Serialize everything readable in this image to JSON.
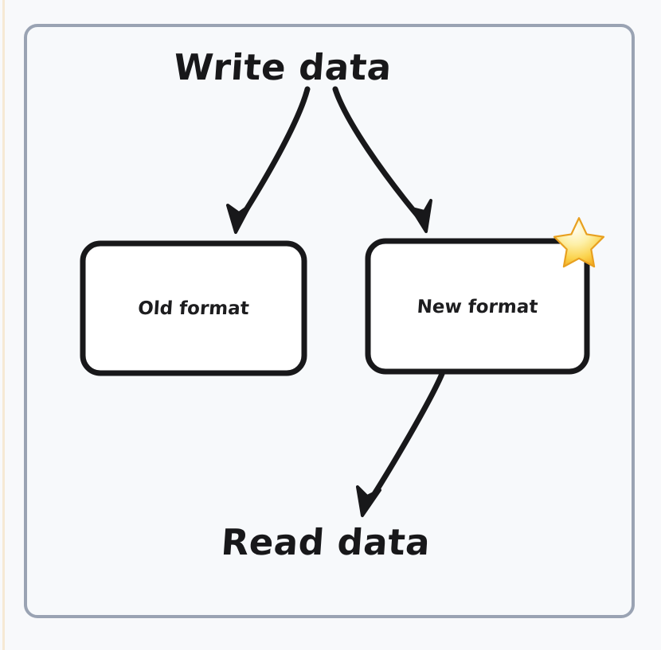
{
  "diagram": {
    "type": "flow-diagram",
    "title_node": {
      "label": "Write data"
    },
    "bottom_node": {
      "label": "Read data"
    },
    "boxes": [
      {
        "id": "old-format",
        "label": "Old format",
        "badge": null
      },
      {
        "id": "new-format",
        "label": "New format",
        "badge": "star-icon"
      }
    ],
    "edges": [
      {
        "from": "Write data",
        "to": "Old format",
        "arrow": "down-left"
      },
      {
        "from": "Write data",
        "to": "New format",
        "arrow": "down-right"
      },
      {
        "from": "New format",
        "to": "Read data",
        "arrow": "down-left"
      }
    ],
    "badge_icon_name": "star-icon"
  },
  "colors": {
    "page_background": "#f8f9fb",
    "frame_border": "#9aa3b3",
    "frame_fill": "#f7f9fb",
    "stroke": "#18181a",
    "text": "#18181a",
    "box_fill": "#ffffff",
    "star_light": "#fdf6c3",
    "star_mid": "#fbdd5e",
    "star_deep": "#f3a81d",
    "edge_stripe": "#f6e9d4"
  }
}
